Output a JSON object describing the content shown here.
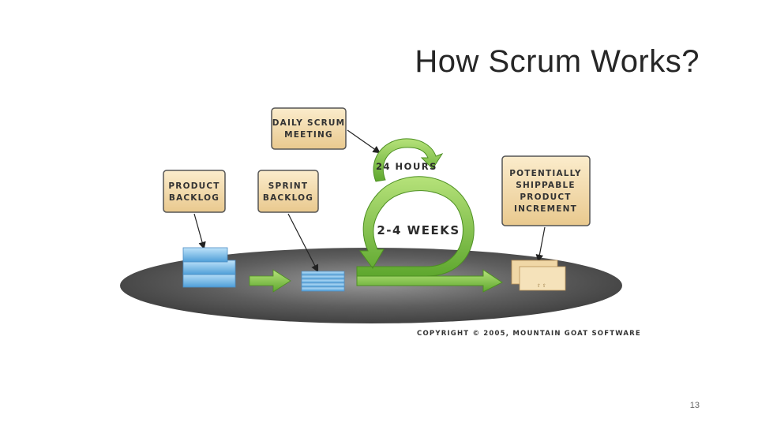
{
  "slide": {
    "title": "How Scrum Works?",
    "page_number": "13"
  },
  "diagram": {
    "labels": {
      "product_backlog": [
        "PRODUCT",
        "BACKLOG"
      ],
      "sprint_backlog": [
        "SPRINT",
        "BACKLOG"
      ],
      "daily_scrum": [
        "DAILY SCRUM",
        "MEETING"
      ],
      "increment": [
        "POTENTIALLY",
        "SHIPPABLE",
        "PRODUCT",
        "INCREMENT"
      ]
    },
    "cycles": {
      "daily": "24 HOURS",
      "sprint": "2-4 WEEKS"
    },
    "copyright": "COPYRIGHT © 2005, MOUNTAIN GOAT SOFTWARE"
  },
  "colors": {
    "label_box": "#f2d9a8",
    "arrow_green": "#7fc241",
    "backlog_blue": "#7fc0ea",
    "platform": "#555555"
  }
}
